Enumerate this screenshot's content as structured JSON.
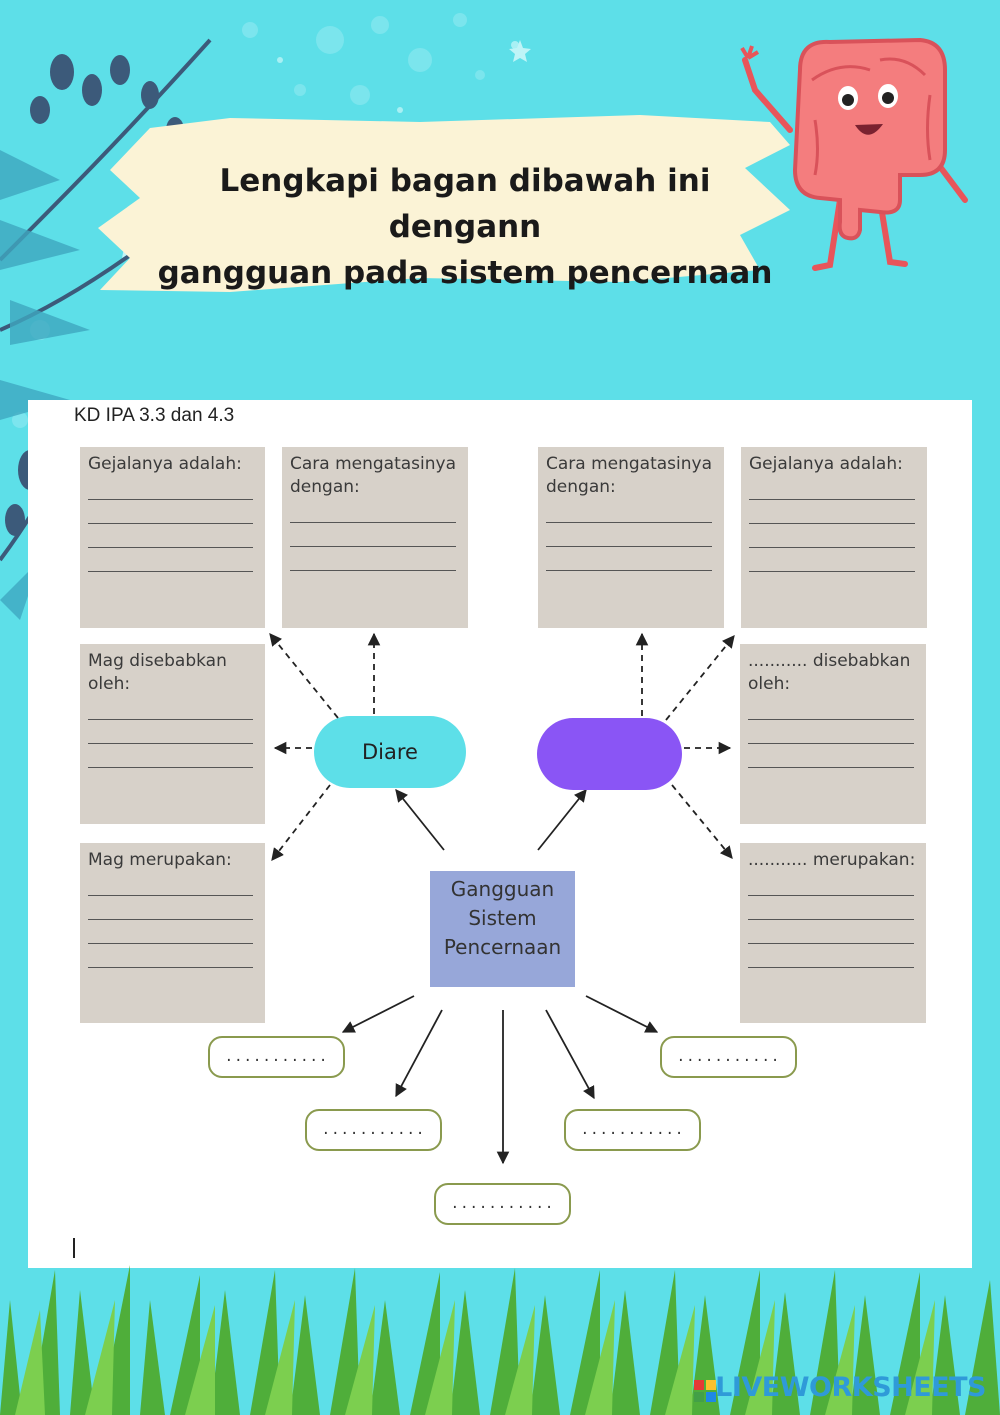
{
  "title": {
    "line1": "Lengkapi bagan dibawah ini dengann",
    "line2": "gangguan pada sistem pencernaan"
  },
  "worksheet": {
    "kd_label": "KD IPA 3.3 dan 4.3",
    "left_boxes": {
      "gejala": "Gejalanya adalah:",
      "cara": [
        "Cara mengatasinya",
        "dengan:"
      ],
      "disebabkan": [
        "Mag disebabkan",
        "oleh:"
      ],
      "merupakan": "Mag merupakan:"
    },
    "right_boxes": {
      "cara": [
        "Cara mengatasinya",
        "dengan:"
      ],
      "gejala": "Gejalanya adalah:",
      "disebabkan": [
        "........... disebabkan",
        "oleh:"
      ],
      "merupakan": "........... merupakan:"
    },
    "left_oval": "Diare",
    "right_oval": "",
    "center": [
      "Gangguan",
      "Sistem",
      "Pencernaan"
    ],
    "blank": "..........."
  },
  "watermark": "LIVEWORKSHEETS",
  "colors": {
    "background": "#5ddfe8",
    "box": "#d7d1c9",
    "oval_left": "#5ddfe8",
    "oval_right": "#8a55f5",
    "center_box": "#97a7d9"
  },
  "icons": {
    "mascot": "intestine-character-icon",
    "leaves": "leaf-branch-icon",
    "grass": "grass-icon"
  }
}
